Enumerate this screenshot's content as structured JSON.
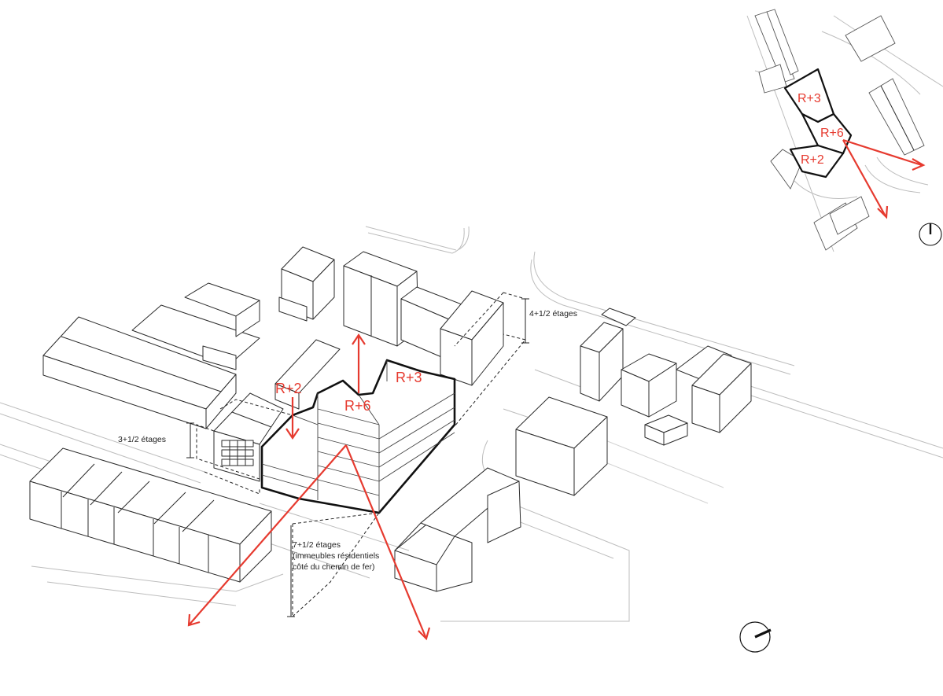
{
  "main_view": {
    "labels": {
      "r2": "R+2",
      "r3": "R+3",
      "r6": "R+6"
    },
    "annotations": {
      "right_height": "4+1/2 étages",
      "left_height": "3+1/2 étages",
      "bottom_height_line1": "7+1/2 étages",
      "bottom_height_line2": "(immeubles résidentiels",
      "bottom_height_line3": "côté du chemin de fer)"
    }
  },
  "inset_plan": {
    "labels": {
      "r3": "R+3",
      "r6": "R+6",
      "r2": "R+2"
    }
  },
  "colors": {
    "accent": "#e63a2f",
    "line": "#2b2b2b",
    "context": "#bdbdbd"
  },
  "icons": [
    "north-arrow-icon",
    "north-arrow-icon"
  ]
}
